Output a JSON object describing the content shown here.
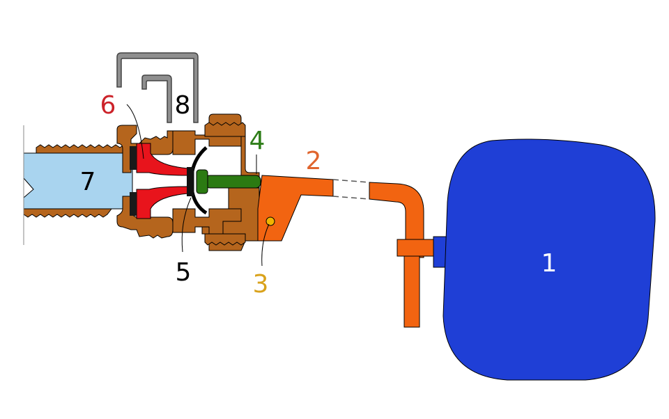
{
  "diagram": {
    "labels": [
      {
        "id": "1",
        "text": "1",
        "part": "float",
        "color": "#ffffff"
      },
      {
        "id": "2",
        "text": "2",
        "part": "lever-arm",
        "color": "#e0652e"
      },
      {
        "id": "3",
        "text": "3",
        "part": "pivot-pin",
        "color": "#d9a21b"
      },
      {
        "id": "4",
        "text": "4",
        "part": "plunger",
        "color": "#2e7d18"
      },
      {
        "id": "5",
        "text": "5",
        "part": "diaphragm",
        "color": "#000000"
      },
      {
        "id": "6",
        "text": "6",
        "part": "valve-seat",
        "color": "#cc2229"
      },
      {
        "id": "7",
        "text": "7",
        "part": "inlet-pipe",
        "color": "#000000"
      },
      {
        "id": "8",
        "text": "8",
        "part": "outlet-tubes",
        "color": "#000000"
      }
    ],
    "colors": {
      "float": "#1f3fd6",
      "lever": "#f26411",
      "pin": "#f2b400",
      "plunger": "#2b7a12",
      "seat": "#e8141c",
      "body": "#b5651d",
      "pipe_fill": "#a9d4ef",
      "tube": "#8f8f8f",
      "outline": "#000000"
    }
  }
}
